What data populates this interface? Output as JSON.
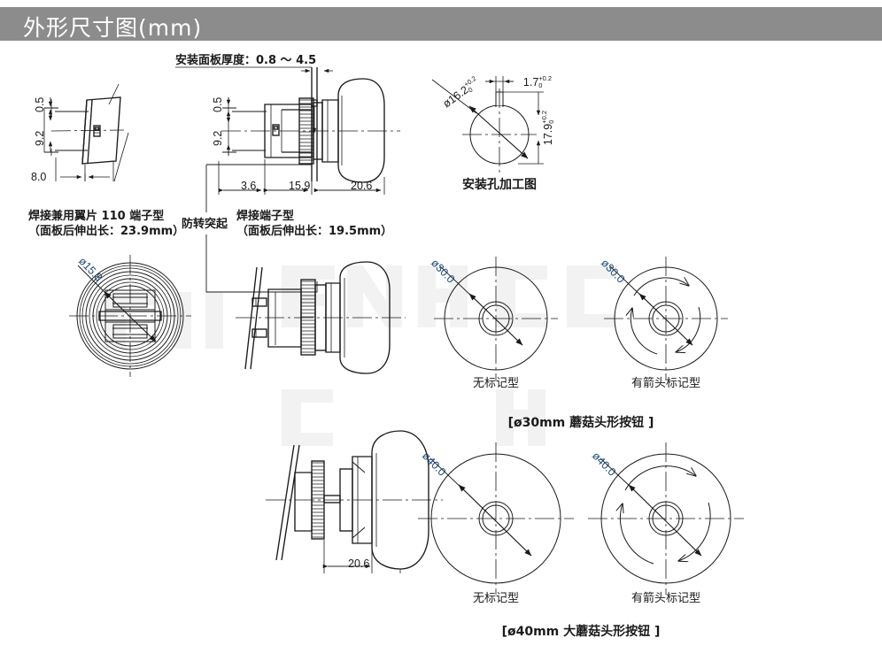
{
  "header": {
    "title": "外形尺寸图(mm)",
    "bar_color": "#8c8c8c",
    "text_color": "#ffffff"
  },
  "units": "mm",
  "figures": {
    "fig1_solder_lug": {
      "name": "焊接兼用翼片 110 端子型",
      "caption_line1": "焊接兼用翼片 110 端子型",
      "caption_line2": "（面板后伸出长：23.9mm）",
      "dims": [
        {
          "label": "0.5",
          "orientation": "vertical"
        },
        {
          "label": "9.2",
          "orientation": "vertical"
        },
        {
          "label": "8.0",
          "orientation": "horizontal"
        }
      ]
    },
    "fig2_solder_terminal": {
      "name": "焊接端子型",
      "caption_line1": "焊接端子型",
      "caption_line2": "（面板后伸出长：19.5mm）",
      "panel_note": "安装面板厚度：0.8 ～ 4.5",
      "dims": [
        {
          "label": "0.5",
          "orientation": "vertical"
        },
        {
          "label": "9.2",
          "orientation": "vertical"
        },
        {
          "label": "3.6",
          "orientation": "horizontal"
        },
        {
          "label": "15.9",
          "orientation": "horizontal"
        },
        {
          "label": "20.6",
          "orientation": "horizontal"
        }
      ]
    },
    "fig3_mounting_hole": {
      "caption": "安装孔加工图",
      "dims": [
        {
          "label": "ø16.2",
          "tol_upper": "+0.2",
          "tol_lower": "0"
        },
        {
          "label": "1.7",
          "tol_upper": "+0.2",
          "tol_lower": "0"
        },
        {
          "label": "17.9",
          "tol_upper": "+0.2",
          "tol_lower": "0"
        }
      ]
    },
    "fig4_rear_view": {
      "dim": "ø15.8"
    },
    "fig5_side_view_30": {
      "callout": "防转突起"
    },
    "fig6_head30_plain": {
      "dim": "ø30.0",
      "caption": "无标记型"
    },
    "fig7_head30_arrow": {
      "dim": "ø30.0",
      "caption": "有箭头标记型"
    },
    "group30_caption": "[ø30mm 蘑菇头形按钮 ]",
    "fig8_side_view_40": {
      "dim": "20.6"
    },
    "fig9_head40_plain": {
      "dim": "ø40.0",
      "caption": "无标记型"
    },
    "fig10_head40_arrow": {
      "dim": "ø40.0",
      "caption": "有箭头标记型"
    },
    "group40_caption": "[ø40mm 大蘑菇头形按钮 ]"
  }
}
